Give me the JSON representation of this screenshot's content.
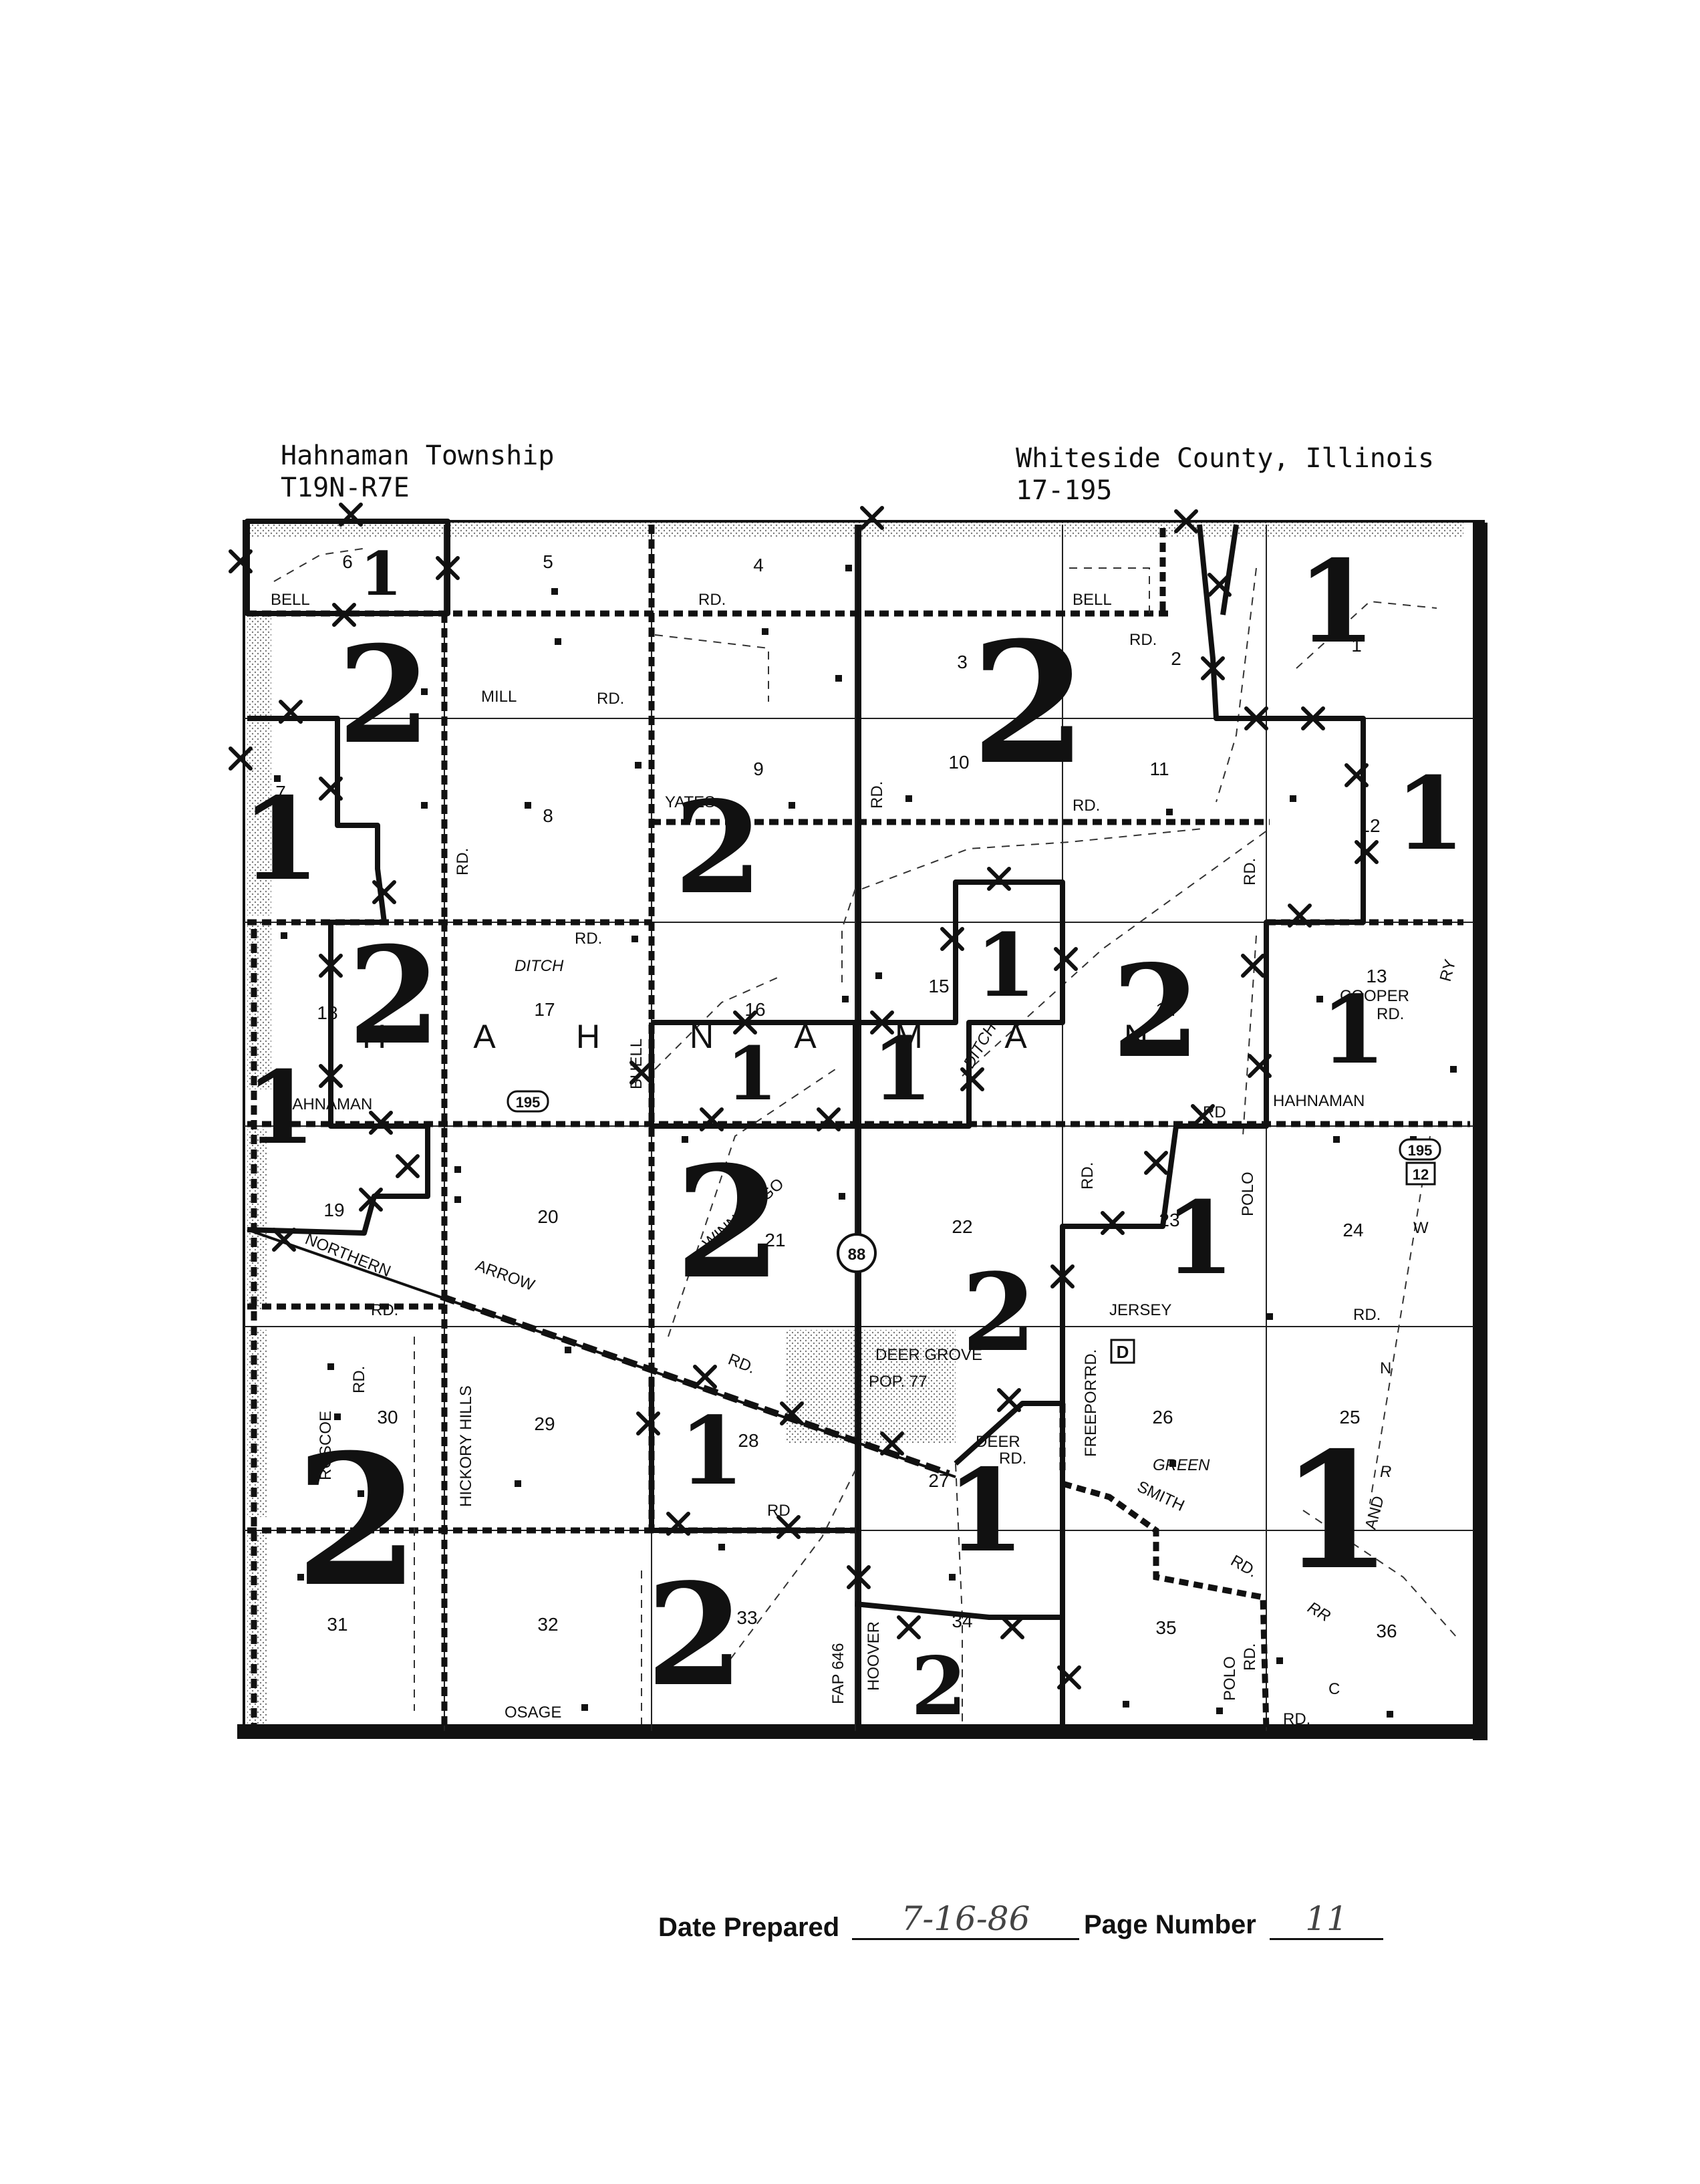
{
  "header": {
    "township": "Hahnaman Township",
    "township_code": "T19N-R7E",
    "county": "Whiteside County, Illinois",
    "county_code": "17-195"
  },
  "map": {
    "township_letters": [
      "H",
      "A",
      "H",
      "N",
      "A",
      "M",
      "A",
      "N"
    ],
    "sections": [
      "1",
      "2",
      "3",
      "4",
      "5",
      "6",
      "7",
      "8",
      "9",
      "10",
      "11",
      "12",
      "13",
      "14",
      "15",
      "16",
      "17",
      "18",
      "19",
      "20",
      "21",
      "22",
      "23",
      "24",
      "25",
      "26",
      "27",
      "28",
      "29",
      "30",
      "31",
      "32",
      "33",
      "34",
      "35",
      "36"
    ],
    "roads": {
      "bell_left": "BELL",
      "rd_top": "RD.",
      "bell_right": "BELL",
      "rd_2": "RD.",
      "mill": "MILL",
      "mill_rd": "RD.",
      "yates": "YATES",
      "yates_rd": "RD.",
      "rd_vertical_mid": "RD.",
      "rd_vertical_8": "RD.",
      "rd_vertical_12": "RD.",
      "rd_16": "RD.",
      "ditch_17": "DITCH",
      "ditch_15": "DITCH",
      "cooper": "COOPER",
      "cooper_rd": "RD.",
      "ry": "RY",
      "hahnaman_left": "HAHNAMAN",
      "buell": "BUELL",
      "hahnaman_right": "HAHNAMAN",
      "rd_14": "RD",
      "winnebago": "WINNEBAGO",
      "northern": "NORTHERN",
      "arrow": "ARROW",
      "rd_19": "RD.",
      "rd_23": "RD.",
      "polo_upper": "POLO",
      "w_letter": "W",
      "n_letter": "N",
      "and_text": "AND",
      "r_letter": "R",
      "jersey": "JERSEY",
      "jersey_rd": "RD.",
      "roscoe": "ROSCOE",
      "rd_30": "RD.",
      "hickory_hills": "HICKORY HILLS",
      "rd_28": "RD.",
      "rd_33": "RD",
      "deer_grove": "DEER GROVE",
      "pop": "POP. 77",
      "deer": "DEER",
      "deer_rd": "RD.",
      "freeport": "FREEPORT",
      "freeport_rd": "RD.",
      "green": "GREEN",
      "smith": "SMITH",
      "smith_rd": "RD.",
      "rr": "RR",
      "c_letter": "C",
      "osage": "OSAGE",
      "fap": "FAP 646",
      "hoover": "HOOVER",
      "polo_lower": "POLO",
      "polo_rd": "RD.",
      "rd_36": "RD."
    },
    "route_shields": {
      "il_195_a": "195",
      "il_195_b": "195",
      "us_12": "12",
      "il_88": "88",
      "d_marker": "D"
    },
    "handwritten_numbers": {
      "s6": "1",
      "s4": "2",
      "s1": "1",
      "s7": "1",
      "s5": "2",
      "s9": "2",
      "s12": "1",
      "s15": "1",
      "s14": "2",
      "s18": "2",
      "s13": "1",
      "s19": "1",
      "s16": "1",
      "s15b": "1",
      "s23": "1",
      "s21": "2",
      "s22": "2",
      "s30": "2",
      "s28": "1",
      "s27": "1",
      "s25": "1",
      "s33": "2",
      "s34": "2"
    }
  },
  "footer": {
    "date_label": "Date Prepared",
    "date_value": "7-16-86",
    "page_label": "Page Number",
    "page_value": "11"
  }
}
